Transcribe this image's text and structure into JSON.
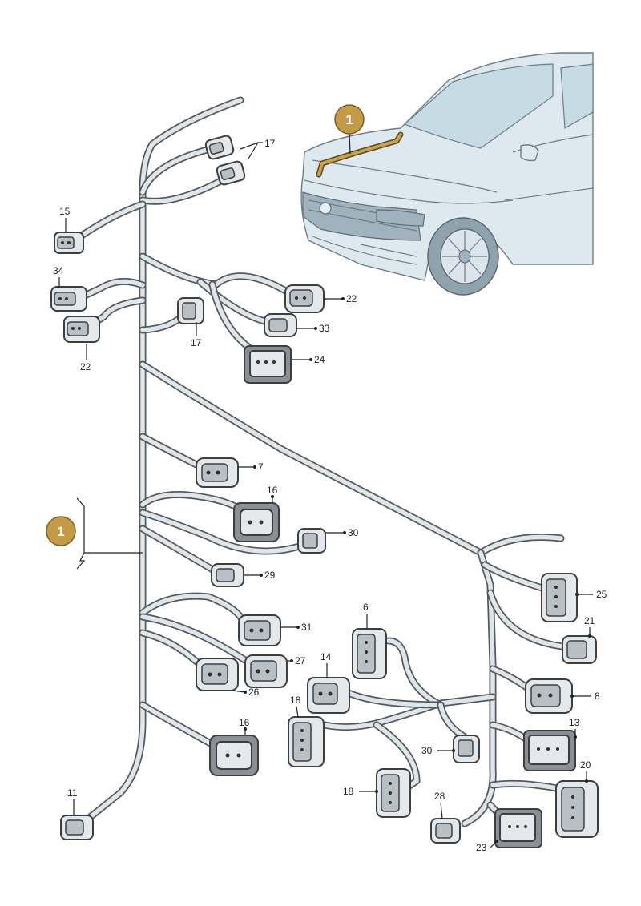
{
  "badge": {
    "number": "1",
    "color": "#c39a45"
  },
  "highlight_color": "#c9a24a",
  "labels": {
    "l17a": "17",
    "l15": "15",
    "l34": "34",
    "l22a": "22",
    "l22b": "22",
    "l17b": "17",
    "l33": "33",
    "l24": "24",
    "l7": "7",
    "l16a": "16",
    "l30a": "30",
    "l29": "29",
    "l31": "31",
    "l27": "27",
    "l26": "26",
    "l16b": "16",
    "l11": "11",
    "l6": "6",
    "l14": "14",
    "l18a": "18",
    "l18b": "18",
    "l30b": "30",
    "l28": "28",
    "l23": "23",
    "l25": "25",
    "l21": "21",
    "l8": "8",
    "l13": "13",
    "l20": "20"
  }
}
